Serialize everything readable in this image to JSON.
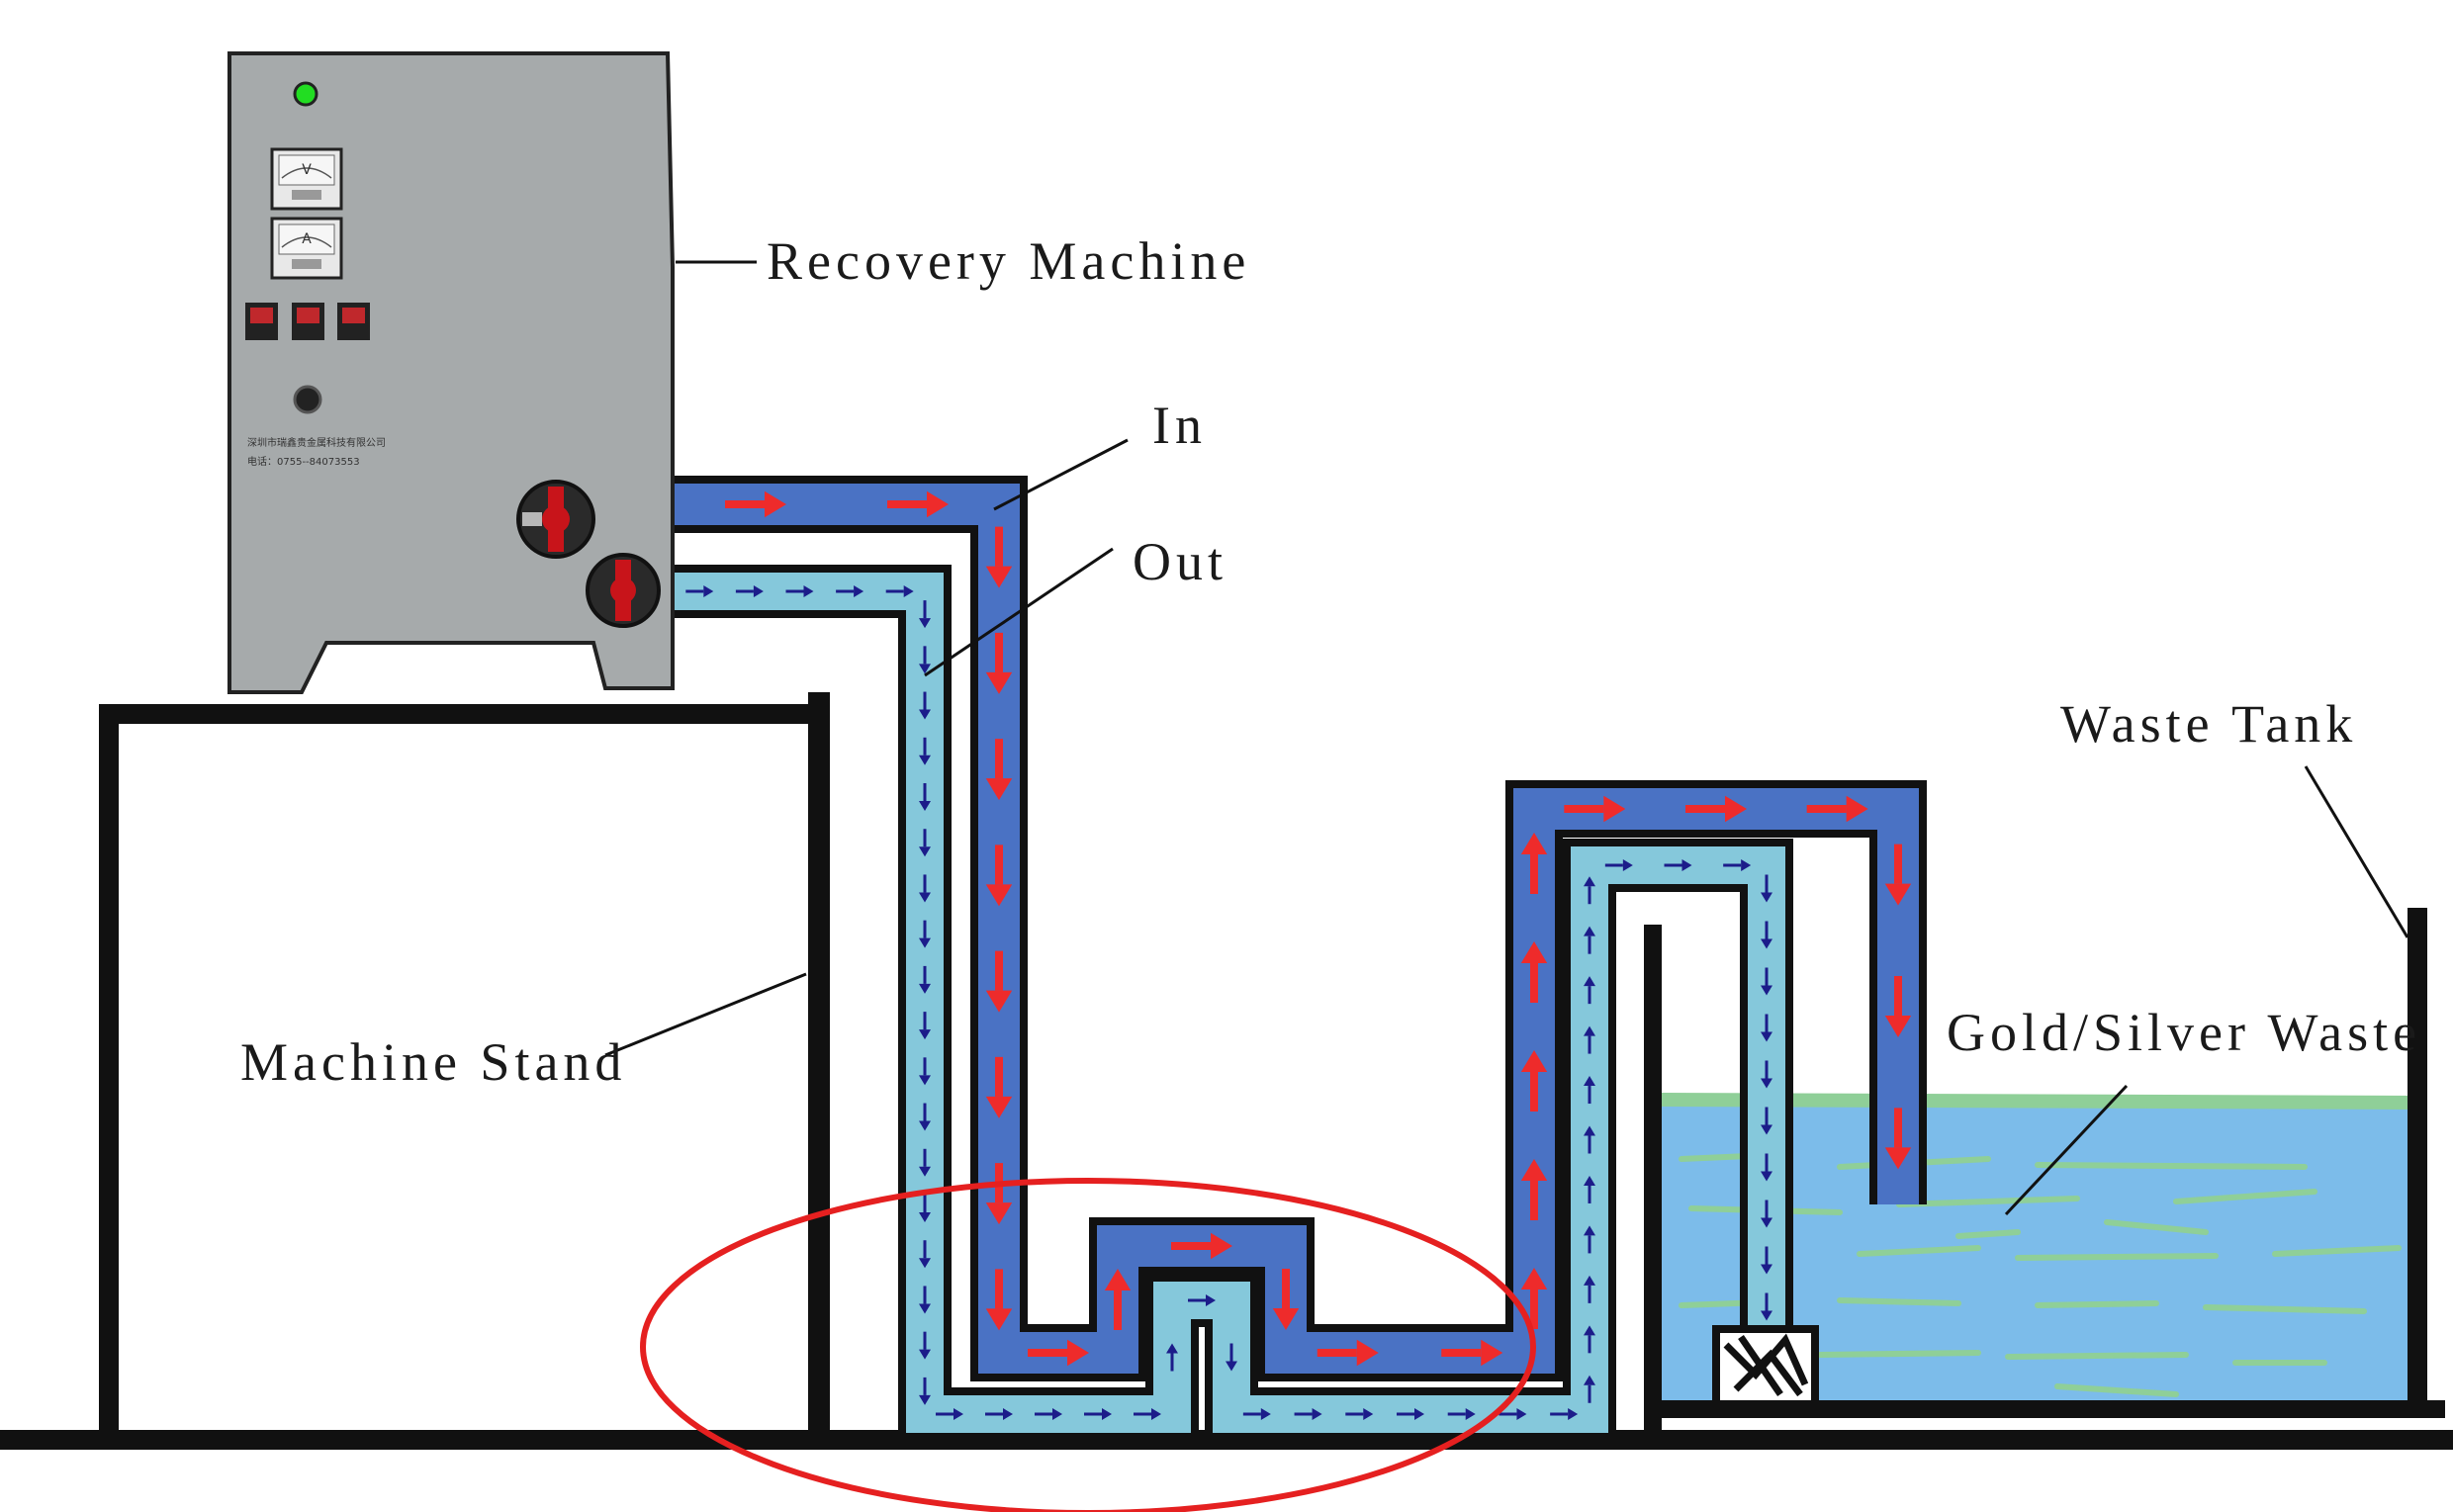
{
  "labels": {
    "recovery_machine": "Recovery Machine",
    "in": "In",
    "out": "Out",
    "machine_stand": "Machine Stand",
    "waste_tank": "Waste Tank",
    "gold_silver_waste": "Gold/Silver Waste"
  },
  "machine_panel": {
    "company_line": "深圳市瑞鑫贵金属科技有限公司",
    "phone_line": "电话：0755--84073553",
    "gauge_1_unit": "V",
    "gauge_2_unit": "A"
  },
  "colors": {
    "machine_body": "#a6aaab",
    "in_pipe": "#4a72c4",
    "out_pipe": "#85c8db",
    "in_arrow": "#ee2b2b",
    "out_arrow": "#1c1c8a",
    "waste_liquid": "#7cbcea",
    "waste_streaks": "#8fcf98",
    "highlight_ellipse": "#e52020",
    "status_light": "#22dd22"
  }
}
